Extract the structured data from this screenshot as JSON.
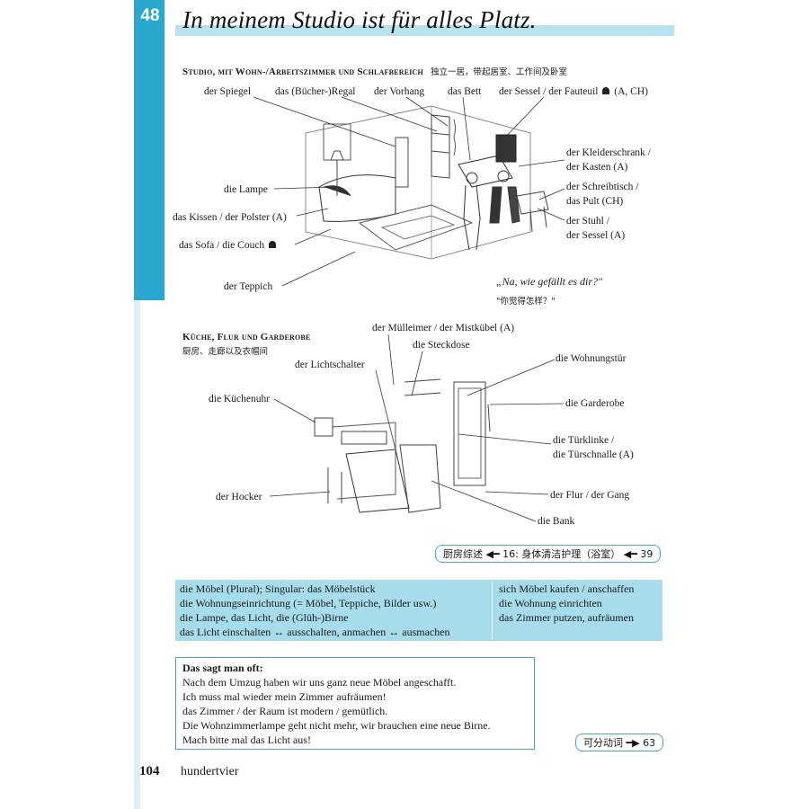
{
  "header": {
    "chapter_number": "48",
    "title": "In meinem Studio ist für alles Platz."
  },
  "section1": {
    "heading": "Studio, mit Wohn-/Arbeitszimmer und Schlafbereich",
    "heading_cn": "独立一居，带起居室、工作间及卧室",
    "labels": {
      "spiegel": "der Spiegel",
      "regal": "das (Bücher-)Regal",
      "vorhang": "der Vorhang",
      "bett": "das Bett",
      "sessel": "der Sessel / der Fauteuil",
      "sessel_suffix": "(A, CH)",
      "kleiderschrank_1": "der Kleiderschrank /",
      "kleiderschrank_2": "der Kasten (A)",
      "lampe": "die Lampe",
      "schreibtisch_1": "der Schreibtisch /",
      "schreibtisch_2": "das Pult (CH)",
      "kissen": "das Kissen / der Polster (A)",
      "stuhl_1": "der Stuhl /",
      "stuhl_2": "der Sessel (A)",
      "sofa": "das Sofa / die Couch",
      "teppich": "der Teppich"
    },
    "quote": "„Na, wie gefällt es dir?\"",
    "quote_cn": "\"你觉得怎样？\""
  },
  "section2": {
    "heading": "Küche, Flur und Garderobe",
    "heading_cn": "厨房、走廊以及衣帽间",
    "labels": {
      "muelleimer": "der Mülleimer / der Mistkübel (A)",
      "steckdose": "die Steckdose",
      "lichtschalter": "der Lichtschalter",
      "wohnungstuer": "die Wohnungstür",
      "kuechenuhr": "die Küchenuhr",
      "garderobe": "die Garderobe",
      "tuerklinke_1": "die Türklinke /",
      "tuerklinke_2": "die Türschnalle (A)",
      "hocker": "der Hocker",
      "flur": "der Flur / der Gang",
      "bank": "die Bank"
    }
  },
  "cross_ref_1": {
    "text_a": "厨房综述",
    "num_a": "16: 身体清洁护理（浴室）",
    "num_b": "39"
  },
  "vocab": {
    "left": [
      "die Möbel (Plural); Singular: das Möbelstück",
      "die Wohnungseinrichtung (= Möbel, Teppiche, Bilder usw.)",
      "die Lampe, das Licht, die (Glüh-)Birne",
      "das Licht einschalten ↔ ausschalten, anmachen ↔ ausmachen"
    ],
    "right": [
      "sich Möbel kaufen / anschaffen",
      "die Wohnung einrichten",
      "das Zimmer putzen, aufräumen"
    ]
  },
  "says": {
    "heading": "Das sagt man oft:",
    "lines": [
      "Nach dem Umzug haben wir uns ganz neue Möbel angeschafft.",
      "Ich muss mal wieder mein Zimmer aufräumen!",
      "das Zimmer / der Raum ist modern / gemütlich.",
      "Die Wohnzimmerlampe geht nicht mehr, wir brauchen eine neue Birne.",
      "Mach bitte mal das Licht aus!"
    ]
  },
  "cross_ref_2": {
    "text": "可分动词",
    "num": "63"
  },
  "footer": {
    "page_number": "104",
    "page_word": "hundertvier"
  },
  "colors": {
    "accent": "#2aa7cf",
    "light_accent": "#a7dcea"
  }
}
